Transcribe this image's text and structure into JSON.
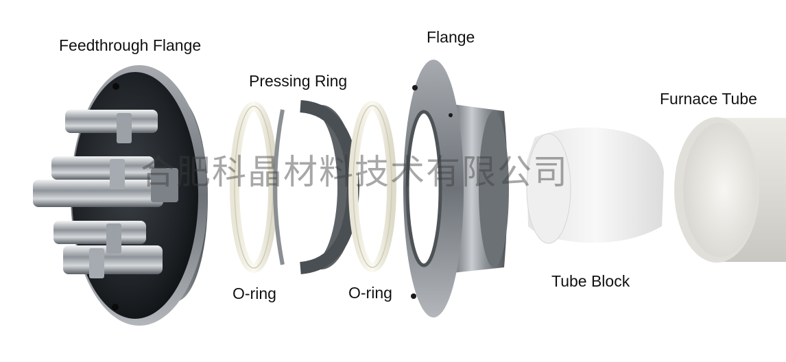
{
  "labels": {
    "feedthrough_flange": "Feedthrough Flange",
    "pressing_ring": "Pressing Ring",
    "flange": "Flange",
    "furnace_tube": "Furnace Tube",
    "o_ring_left": "O-ring",
    "o_ring_right": "O-ring",
    "tube_block": "Tube Block"
  },
  "watermark": "合肥科晶材料技术有限公司",
  "colors": {
    "background": "#ffffff",
    "steel": "#9a9ea3",
    "dark_face": "#1e2226",
    "ceramic": "#e8e7e2",
    "foam": "#f2f2f2"
  }
}
